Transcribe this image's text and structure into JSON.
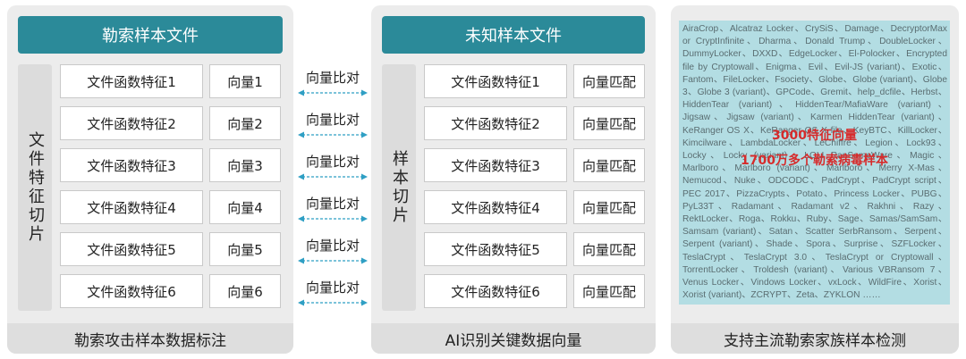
{
  "left_panel": {
    "header": "勒索样本文件",
    "side_label": "文件特征切片",
    "features": [
      "文件函数特征1",
      "文件函数特征2",
      "文件函数特征3",
      "文件函数特征4",
      "文件函数特征5",
      "文件函数特征6"
    ],
    "vectors": [
      "向量1",
      "向量2",
      "向量3",
      "向量4",
      "向量5",
      "向量6"
    ],
    "footer": "勒索攻击样本数据标注"
  },
  "arrows": {
    "label": "向量比对"
  },
  "middle_panel": {
    "header": "未知样本文件",
    "side_label": "样本切片",
    "features": [
      "文件函数特征1",
      "文件函数特征2",
      "文件函数特征3",
      "文件函数特征4",
      "文件函数特征5",
      "文件函数特征6"
    ],
    "match_label": "向量匹配",
    "footer": "AI识别关键数据向量"
  },
  "right_panel": {
    "families_text": "AiraCrop、Alcatraz Locker、CrySiS、Damage、DecryptorMax or CryptInfinite、Dharma、Donald Trump、DoubleLocker、DummyLocker、DXXD、EdgeLocker、El-Polocker、Encrypted file by Cryptowall、Enigma、Evil、Evil-JS (variant)、Exotic、Fantom、FileLocker、Fsociety、Globe、Globe (variant)、Globe 3、Globe 3 (variant)、GPCode、Gremit、help_dcfile、Herbst、HiddenTear (variant)、HiddenTear/MafiaWare (variant)、Jigsaw、Jigsaw (variant)、Karmen HiddenTear (variant)、KeRanger OS X、KeRanger OS X file、KeyBTC、KillLocker、Kimcilware、LambdaLocker、LeChiffre、Legion、Lock93、Locky、Locky (variant)、LOLI RanSomeWare、Magic、Marlboro、Marlboro (variant)、Marlboro、Merry X-Mas、Nemucod、Nuke、ODCODC、PadCrypt、PadCrypt script、PEC 2017、PizzaCrypts、Potato、Princess Locker、PUBG、PyL33T、Radamant、Radamant v2、Rakhni、Razy、RektLocker、Roga、Rokku、Ruby、Sage、Samas/SamSam、Samsam (variant)、Satan、Scatter SerbRansom、Serpent、Serpent (variant)、Shade、Spora、Surprise、SZFLocker、TeslaCrypt、TeslaCrypt 3.0、TeslaCrypt or Cryptowall、TorrentLocker、Troldesh (variant)、Various VBRansom 7、Venus Locker、Vindows Locker、vxLock、WildFire、Xorist、Xorist (variant)、ZCRYPT、Zeta、ZYKLON ……",
    "highlight1": "3000特征向量",
    "highlight2": "1700万多个勒索病毒样本",
    "footer": "支持主流勒索家族样本检测"
  },
  "colors": {
    "header_bg": "#2b8a99",
    "arrow": "#2f9fc4",
    "highlight": "#d62b2b",
    "cloud_bg": "#b3dde3"
  }
}
